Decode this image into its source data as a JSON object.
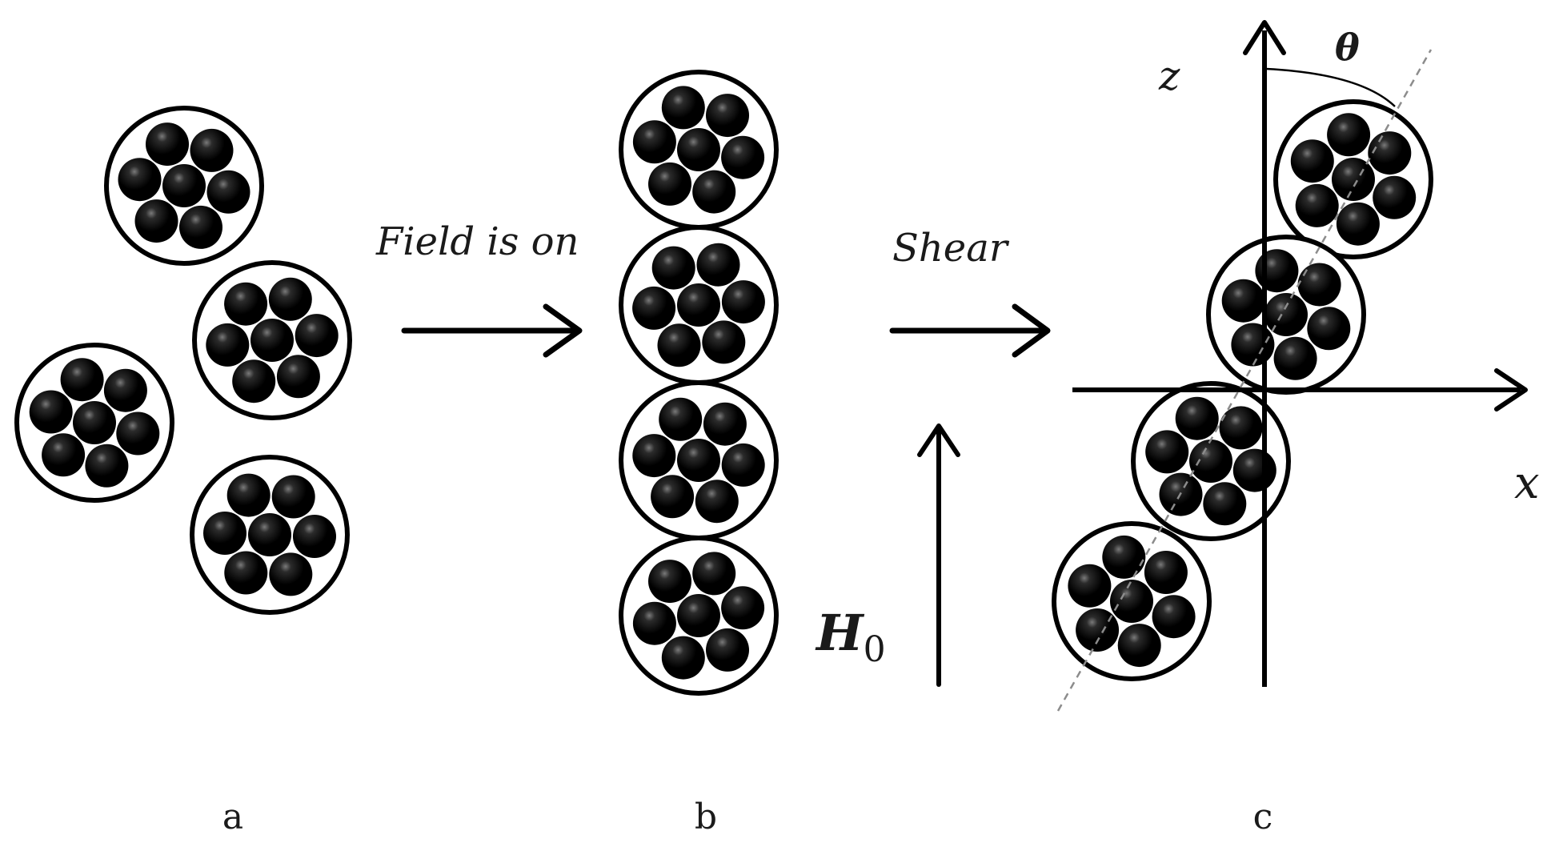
{
  "labels": {
    "field_on": "Field is on",
    "shear": "Shear",
    "h0_main": "H",
    "h0_sub": "0",
    "axis_z": "z",
    "axis_x": "x",
    "angle": "θ",
    "panel_a": "a",
    "panel_b": "b",
    "panel_c": "c"
  },
  "colors": {
    "ink": "#000000",
    "particle": "#000000",
    "dashed_axis": "#8c8c8c"
  },
  "panels": {
    "a": {
      "clusters": 4,
      "state": "random arrangement"
    },
    "b": {
      "clusters": 4,
      "state": "chain aligned with field"
    },
    "c": {
      "clusters": 4,
      "state": "tilted chain under shear"
    }
  }
}
